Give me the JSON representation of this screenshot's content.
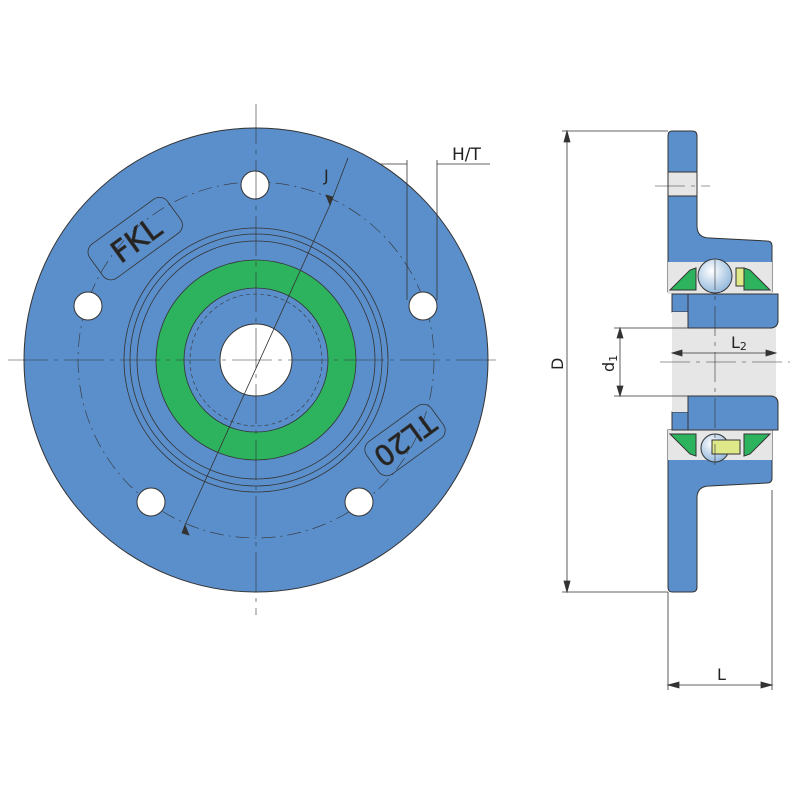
{
  "colors": {
    "housing": "#5b8fcb",
    "seal": "#2db35e",
    "bore": "#e6e6e6",
    "line": "#333333"
  },
  "logos": {
    "brand": "FKL",
    "model": "TL 20"
  },
  "labels": {
    "ht": "H/T",
    "j": "J",
    "d": "D",
    "d1": "d",
    "d1_sub": "1",
    "l2": "L",
    "l2_sub": "2",
    "l": "L"
  }
}
